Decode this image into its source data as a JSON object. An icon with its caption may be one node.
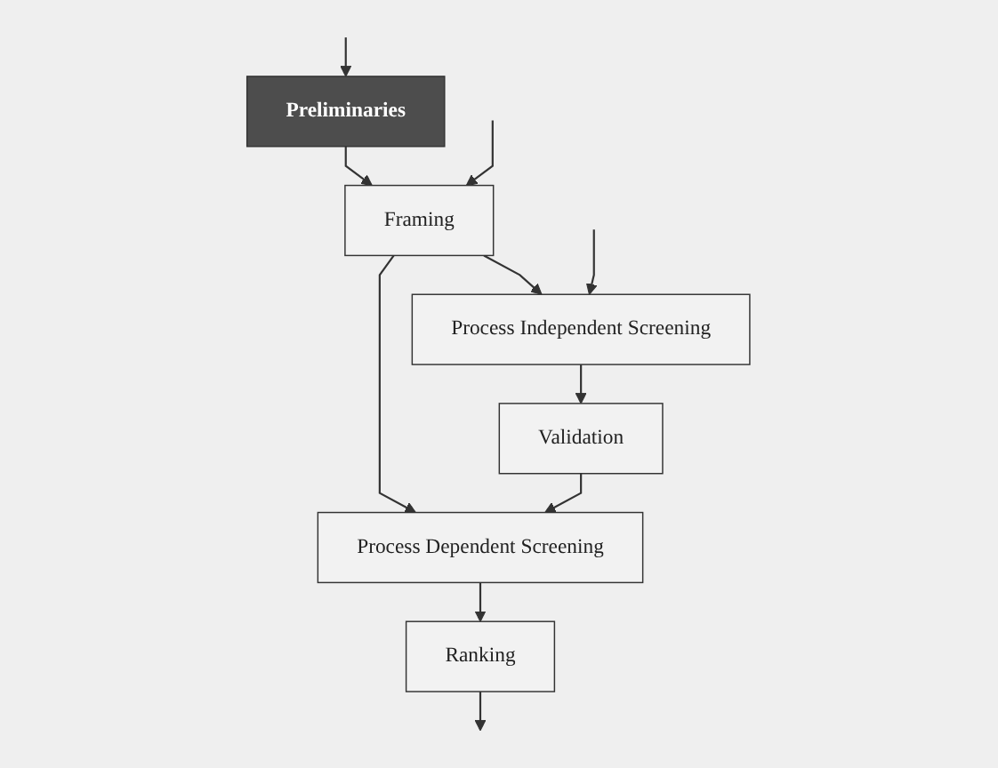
{
  "diagram": {
    "nodes": [
      {
        "text": [
          "Preliminaries"
        ]
      },
      {
        "text": [
          "Framing"
        ]
      },
      {
        "text": [
          "Process Independent Screening"
        ]
      },
      {
        "text": [
          "Validation"
        ]
      },
      {
        "text": [
          "Process Dependent Screening"
        ]
      },
      {
        "text": [
          "Ranking"
        ]
      }
    ],
    "edges": [
      {
        "from": null,
        "to": 0,
        "arrow": "to"
      },
      {
        "from": 0,
        "to": 1,
        "arrow": "to"
      },
      {
        "from": null,
        "to": 1,
        "arrow": "to"
      },
      {
        "from": null,
        "to": 2,
        "arrow": "to"
      },
      {
        "from": 1,
        "to": 2,
        "arrow": "to"
      },
      {
        "from": 1,
        "to": 4,
        "arrow": "to"
      },
      {
        "from": 2,
        "to": 3,
        "arrow": "to"
      },
      {
        "from": 3,
        "to": 4,
        "arrow": "to"
      },
      {
        "from": 4,
        "to": 5,
        "arrow": "to"
      },
      {
        "from": 5,
        "to": null,
        "arrow": "to"
      }
    ]
  }
}
